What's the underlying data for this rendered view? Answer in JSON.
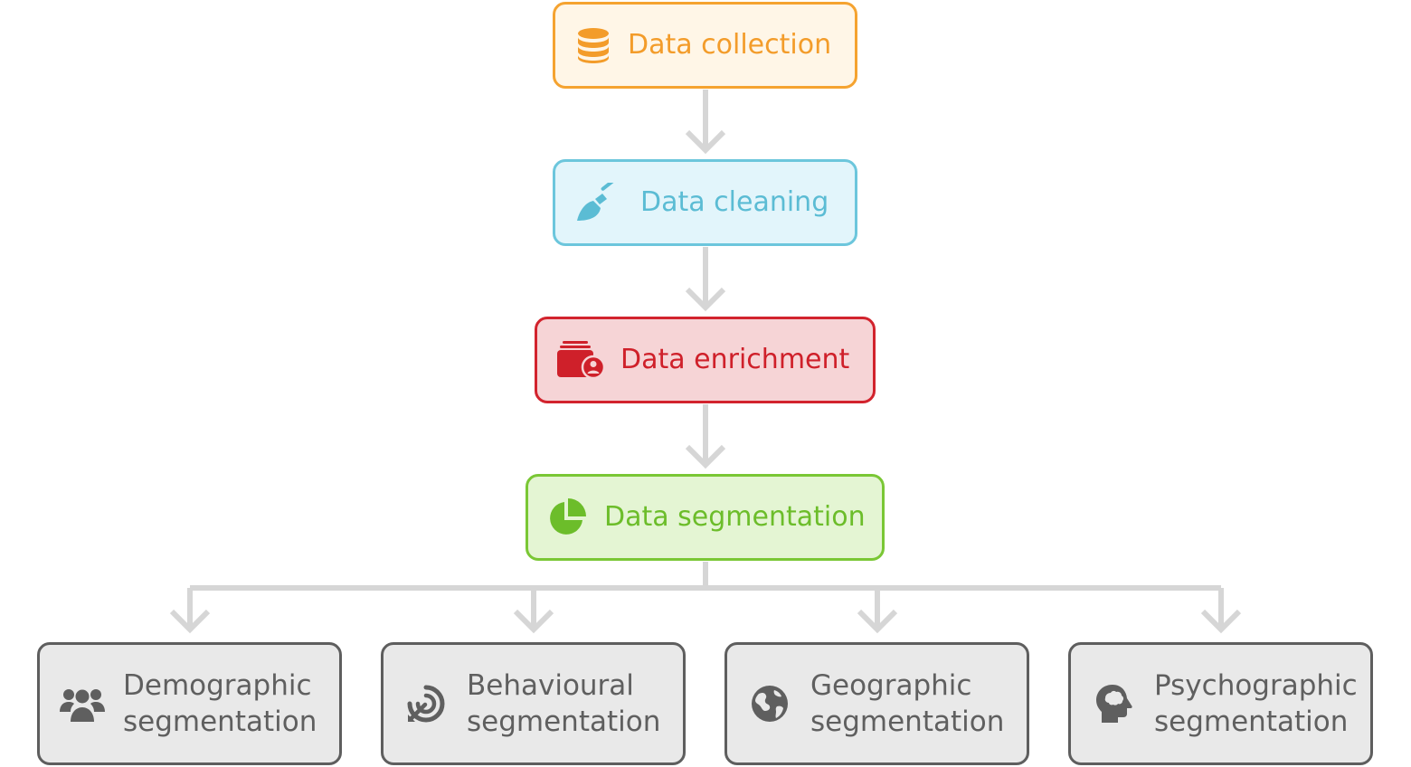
{
  "flow": {
    "collection": {
      "label": "Data collection",
      "icon": "database-icon",
      "color": "#f39c2a"
    },
    "cleaning": {
      "label": "Data cleaning",
      "icon": "broom-icon",
      "color": "#5bbcd4"
    },
    "enrichment": {
      "label": "Data enrichment",
      "icon": "folder-user-icon",
      "color": "#cf202a"
    },
    "segmentation": {
      "label": "Data segmentation",
      "icon": "pie-chart-icon",
      "color": "#6cbd2a"
    }
  },
  "segments": [
    {
      "line1": "Demographic",
      "line2": "segmentation",
      "icon": "users-icon"
    },
    {
      "line1": "Behavioural",
      "line2": "segmentation",
      "icon": "target-cursor-icon"
    },
    {
      "line1": "Geographic",
      "line2": "segmentation",
      "icon": "globe-icon"
    },
    {
      "line1": "Psychographic",
      "line2": "segmentation",
      "icon": "head-brain-icon"
    }
  ],
  "colors": {
    "connector": "#d6d6d6",
    "segment_text": "#5f5f5f"
  }
}
